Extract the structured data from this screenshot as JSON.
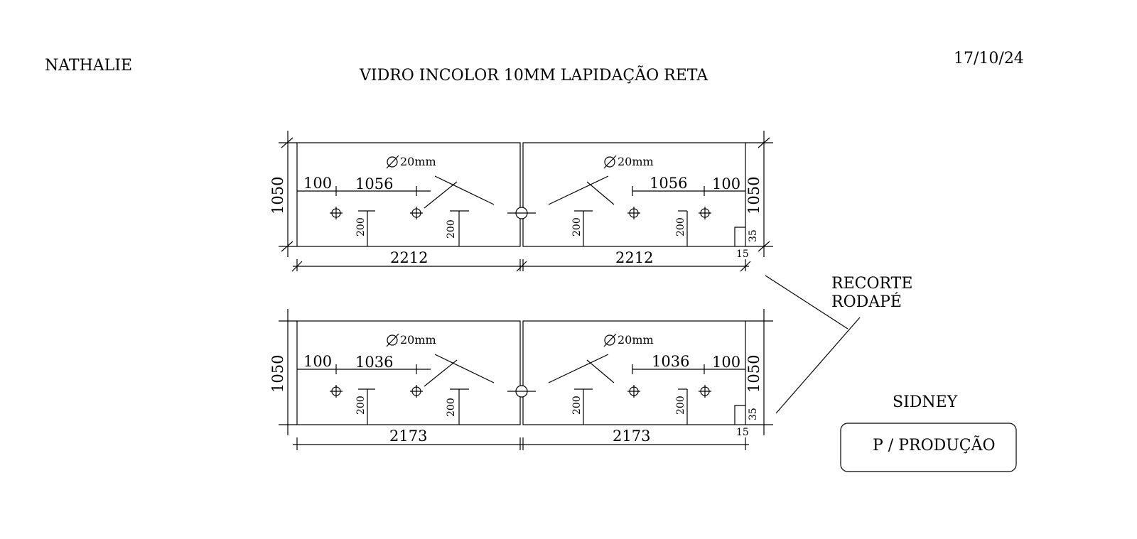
{
  "header": {
    "client": "NATHALIE",
    "title": "VIDRO INCOLOR 10MM LAPIDAÇÃO RETA",
    "date": "17/10/24"
  },
  "callout": {
    "line1": "RECORTE",
    "line2": "RODAPÉ"
  },
  "footer": {
    "name": "SIDNEY",
    "stamp": "P / PRODUÇÃO"
  },
  "top_row": {
    "height": "1050",
    "hole": "20mm",
    "edge": "100",
    "spacing": "1056",
    "vertical": "200",
    "width": "2212",
    "notch_h": "35",
    "notch_w": "15"
  },
  "bottom_row": {
    "height": "1050",
    "hole": "20mm",
    "edge": "100",
    "spacing": "1036",
    "vertical": "200",
    "width": "2173",
    "notch_h": "35",
    "notch_w": "15"
  }
}
